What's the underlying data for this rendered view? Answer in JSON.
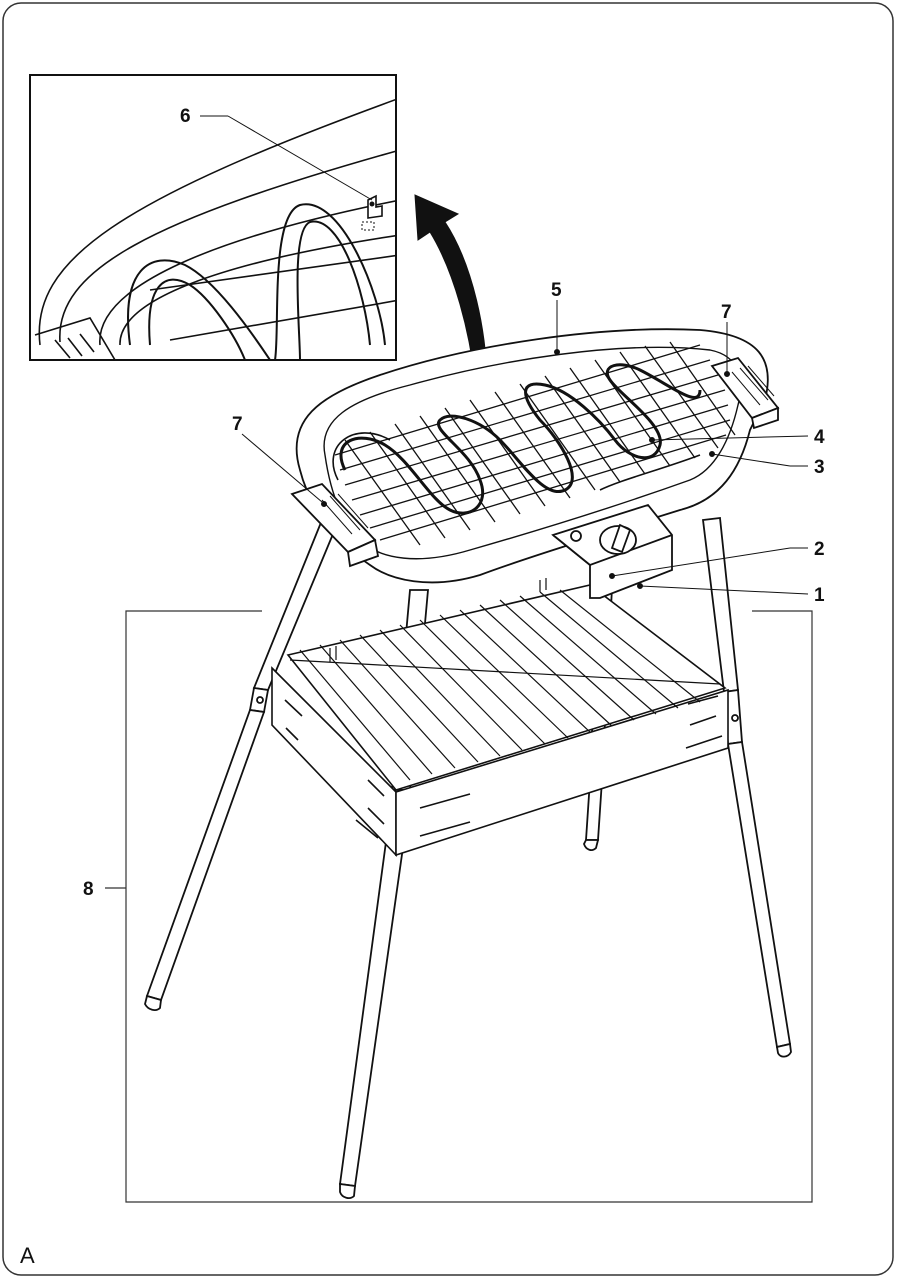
{
  "figure": {
    "label": "A",
    "callouts": {
      "c1": "1",
      "c2": "2",
      "c3": "3",
      "c4": "4",
      "c5": "5",
      "c6": "6",
      "c7_left": "7",
      "c7_right": "7",
      "c8": "8"
    }
  },
  "colors": {
    "line": "#111111",
    "frame": "#333333",
    "fill": "#ffffff"
  }
}
